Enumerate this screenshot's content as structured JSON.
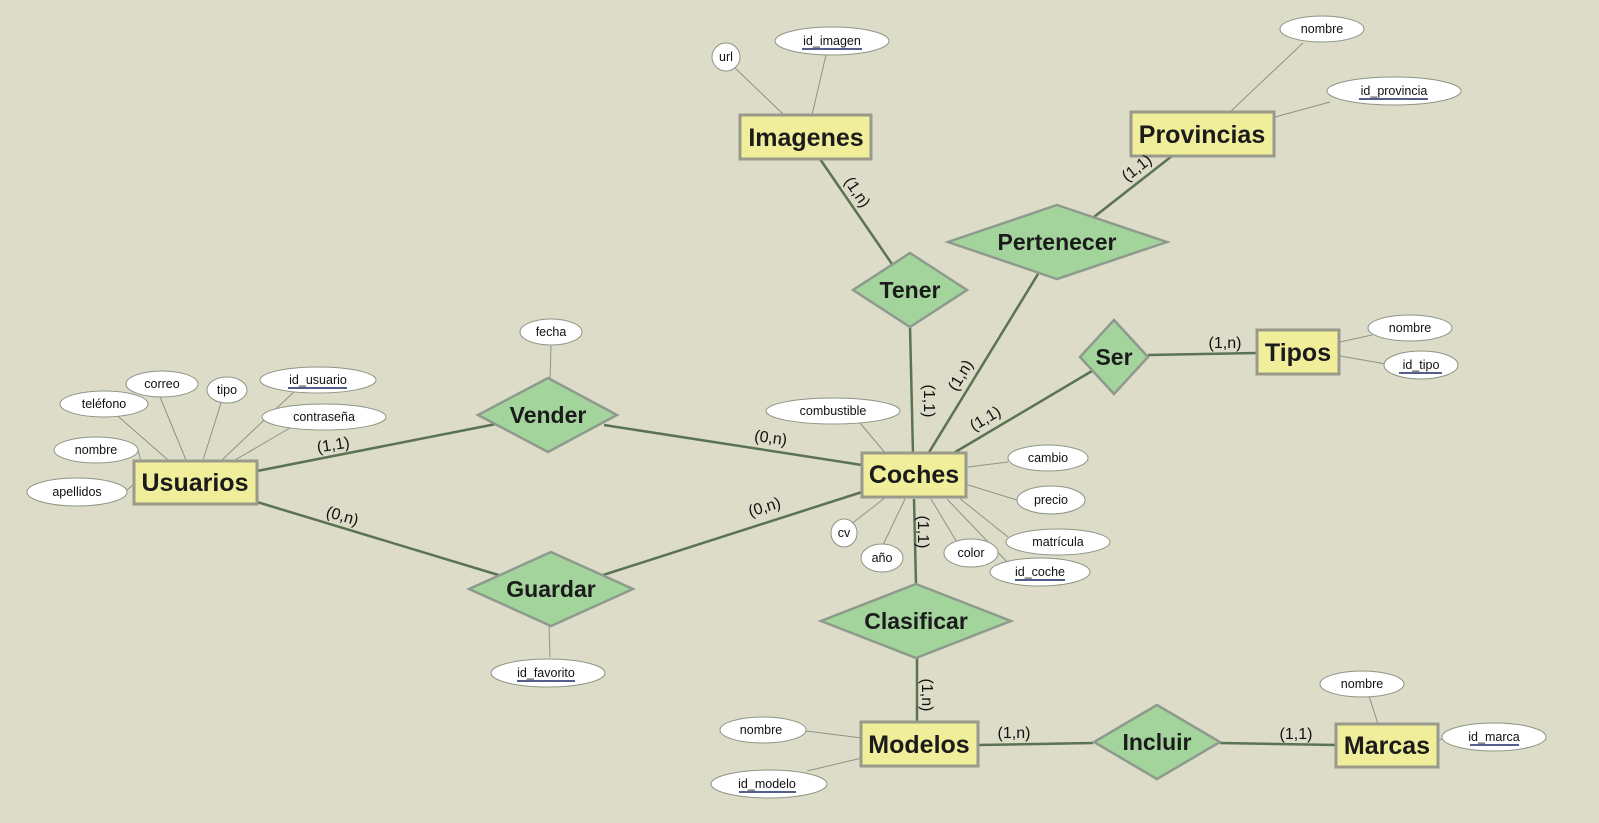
{
  "colors": {
    "background": "#dcdcc8",
    "entity_fill": "#f0ee9a",
    "entity_stroke": "#9a9a8c",
    "relationship_fill": "#a3d49b",
    "relationship_stroke": "#8e9a8e",
    "edge": "#5b7353",
    "attribute_fill": "#ffffff",
    "attribute_line": "#8c9585",
    "key_underline": "#1b2a66"
  },
  "entities": {
    "usuarios": "Usuarios",
    "coches": "Coches",
    "imagenes": "Imagenes",
    "provincias": "Provincias",
    "tipos": "Tipos",
    "modelos": "Modelos",
    "marcas": "Marcas"
  },
  "relationships": {
    "vender": "Vender",
    "guardar": "Guardar",
    "tener": "Tener",
    "pertenecer": "Pertenecer",
    "ser": "Ser",
    "clasificar": "Clasificar",
    "incluir": "Incluir"
  },
  "attributes": {
    "usuarios": {
      "telefono": "teléfono",
      "correo": "correo",
      "tipo": "tipo",
      "id_usuario": "id_usuario",
      "contrasena": "contraseña",
      "nombre": "nombre",
      "apellidos": "apellidos"
    },
    "vender": {
      "fecha": "fecha"
    },
    "guardar": {
      "id_favorito": "id_favorito"
    },
    "imagenes": {
      "url": "url",
      "id_imagen": "id_imagen"
    },
    "provincias": {
      "nombre": "nombre",
      "id_provincia": "id_provincia"
    },
    "tipos": {
      "nombre": "nombre",
      "id_tipo": "id_tipo"
    },
    "coches": {
      "combustible": "combustible",
      "cambio": "cambio",
      "precio": "precio",
      "matricula": "matrícula",
      "id_coche": "id_coche",
      "color": "color",
      "ano": "año",
      "cv": "cv"
    },
    "modelos": {
      "nombre": "nombre",
      "id_modelo": "id_modelo"
    },
    "marcas": {
      "nombre": "nombre",
      "id_marca": "id_marca"
    }
  },
  "cardinalities": {
    "usuarios_vender": "(1,1)",
    "coches_vender": "(0,n)",
    "usuarios_guardar": "(0,n)",
    "coches_guardar": "(0,n)",
    "imagenes_tener": "(1,n)",
    "coches_tener": "(1,1)",
    "provincias_pertenecer": "(1,1)",
    "coches_pertenecer": "(1,n)",
    "tipos_ser": "(1,n)",
    "coches_ser": "(1,1)",
    "coches_clasificar": "(1,1)",
    "modelos_clasificar": "(1,n)",
    "modelos_incluir": "(1,n)",
    "marcas_incluir": "(1,1)"
  }
}
